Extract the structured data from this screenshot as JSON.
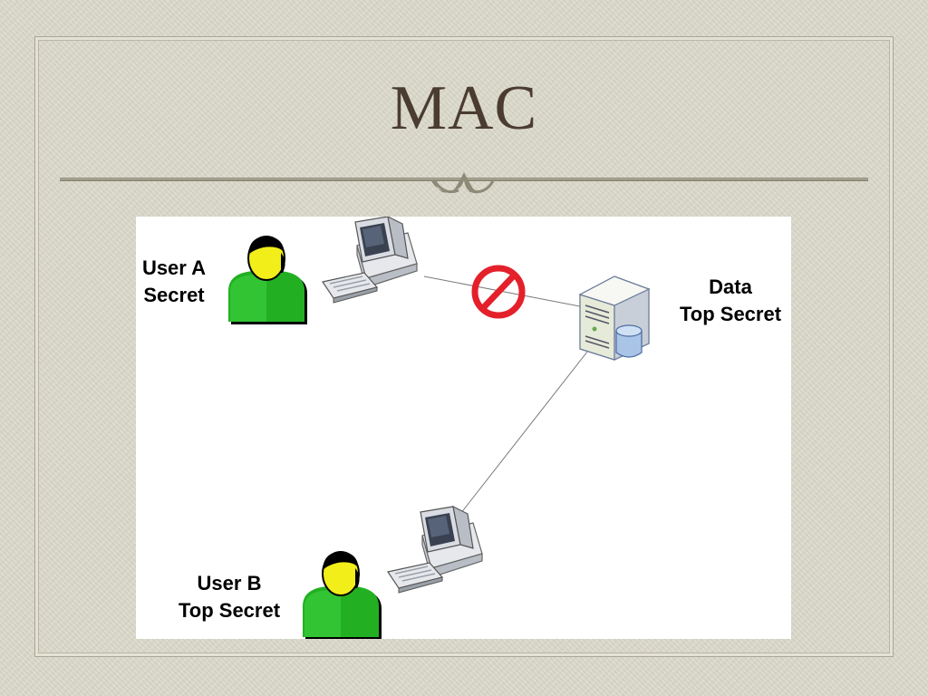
{
  "slide": {
    "title": "MAC"
  },
  "diagram": {
    "user_a": {
      "name": "User A",
      "clearance": "Secret"
    },
    "user_b": {
      "name": "User B",
      "clearance": "Top Secret"
    },
    "data": {
      "name": "Data",
      "classification": "Top Secret"
    }
  },
  "colors": {
    "background": "#dcdacb",
    "title": "#4a3c30",
    "person_body": "#22b022",
    "person_face": "#f2ee1a",
    "deny_sign": "#e4202a"
  },
  "icons": {
    "computer": "computer-icon",
    "server": "database-server-icon",
    "deny": "no-access-icon",
    "person": "user-icon"
  }
}
